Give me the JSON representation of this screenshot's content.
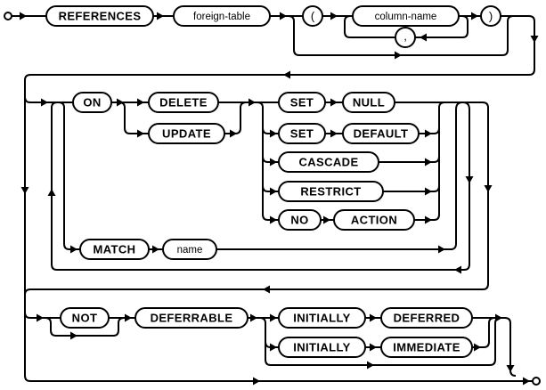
{
  "diagram": {
    "kind": "railroad-syntax-diagram",
    "colors": {
      "line": "#000000",
      "background": "#ffffff",
      "text": "#000000"
    },
    "nodes": {
      "references": "REFERENCES",
      "foreign_table": "foreign-table",
      "open_paren": "(",
      "column_name": "column-name",
      "comma": ",",
      "close_paren": ")",
      "on": "ON",
      "delete": "DELETE",
      "update": "UPDATE",
      "set1": "SET",
      "null": "NULL",
      "set2": "SET",
      "default": "DEFAULT",
      "cascade": "CASCADE",
      "restrict": "RESTRICT",
      "no": "NO",
      "action": "ACTION",
      "match": "MATCH",
      "name": "name",
      "not": "NOT",
      "deferrable": "DEFERRABLE",
      "initially1": "INITIALLY",
      "deferred": "DEFERRED",
      "initially2": "INITIALLY",
      "immediate": "IMMEDIATE"
    }
  }
}
